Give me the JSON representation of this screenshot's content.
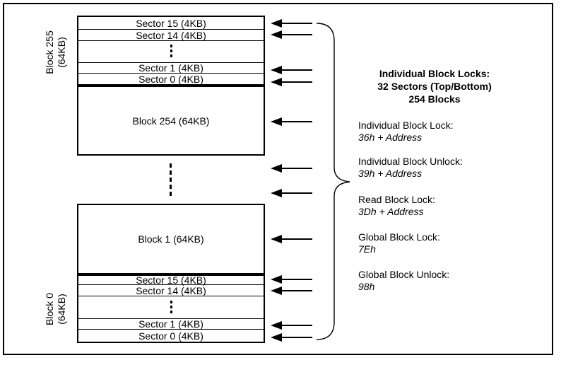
{
  "colors": {
    "line": "#000000",
    "background": "#ffffff",
    "text": "#000000"
  },
  "stack": {
    "top_group": {
      "side_label_line1": "Block 255",
      "side_label_line2": "(64KB)",
      "sectors": [
        "Sector 15 (4KB)",
        "Sector 14 (4KB)",
        "Sector 1 (4KB)",
        "Sector 0 (4KB)"
      ]
    },
    "block_254_label": "Block 254 (64KB)",
    "block_1_label": "Block 1 (64KB)",
    "bottom_group": {
      "side_label_line1": "Block 0",
      "side_label_line2": "(64KB)",
      "sectors": [
        "Sector 15 (4KB)",
        "Sector 14 (4KB)",
        "Sector 1 (4KB)",
        "Sector 0 (4KB)"
      ]
    }
  },
  "legend": {
    "heading_line1": "Individual Block Locks:",
    "heading_line2": "32 Sectors (Top/Bottom)",
    "heading_line3": "254 Blocks",
    "commands": [
      {
        "label": "Individual Block Lock:",
        "code": "36h + Address"
      },
      {
        "label": "Individual Block Unlock:",
        "code": "39h + Address"
      },
      {
        "label": "Read Block Lock:",
        "code": "3Dh + Address"
      },
      {
        "label": "Global Block Lock:",
        "code": "7Eh"
      },
      {
        "label": "Global Block Unlock:",
        "code": "98h"
      }
    ]
  }
}
